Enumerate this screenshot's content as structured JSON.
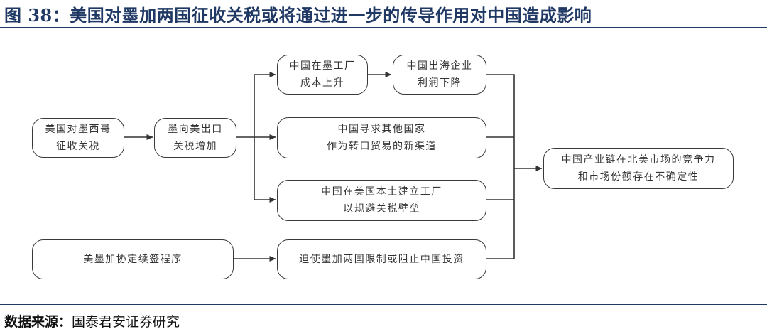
{
  "title": "图 38：美国对墨加两国征收关税或将通过进一步的传导作用对中国造成影响",
  "nodes": {
    "us_tariff": [
      "美国对墨西哥",
      "征收关税"
    ],
    "mx_export": [
      "墨向美出口",
      "关税增加"
    ],
    "cn_mx_factory": [
      "中国在墨工厂",
      "成本上升"
    ],
    "cn_overseas": [
      "中国出海企业",
      "利润下降"
    ],
    "cn_transit": [
      "中国寻求其他国家",
      "作为转口贸易的新渠道"
    ],
    "cn_us_factory": [
      "中国在美国本土建立工厂",
      "以规避关税壁垒"
    ],
    "cn_na_chain": [
      "中国产业链在北美市场的竞争力",
      "和市场份额存在不确定性"
    ],
    "usmca": [
      "美墨加协定续签程序"
    ],
    "forced_limit": [
      "迫使墨加两国限制或阻止中国投资"
    ]
  },
  "source": {
    "label": "数据来源：",
    "text": "国泰君安证券研究"
  }
}
